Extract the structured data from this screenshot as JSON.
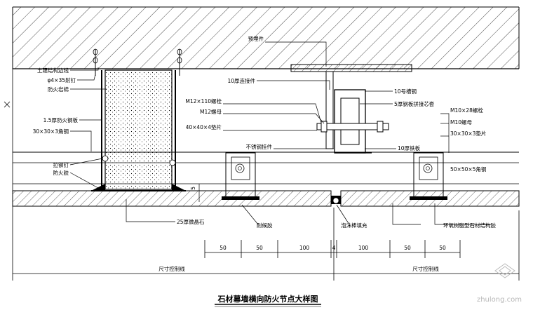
{
  "title": "石材幕墙横向防火节点大样图",
  "watermark": "zhulong.com",
  "labels": {
    "embedded_part": "预埋件",
    "connector_10": "10厚连接件",
    "channel_10": "10号槽钢",
    "core_sleeve": "5厚钢板拼接芯套",
    "bolt_m12": "M12×110螺栓",
    "nut_m12": "M12螺母",
    "washer_40": "40×40×4垫片",
    "bolt_m10": "M10×28螺栓",
    "nut_m10": "M10螺母",
    "washer_30": "30×30×3垫片",
    "ss_hanger": "不锈钢挂件",
    "iron_plate": "10厚铁板",
    "angle_50": "50×50×5角钢",
    "structure_edge": "土建结构边线",
    "rivet": "φ4×35射钉",
    "rock_wool": "防火岩棉",
    "fire_plate": "1.5厚防火钢板",
    "angle_30": "30×30×3角钢",
    "pull_rivet": "拉铆钉",
    "fire_glue": "防火胶",
    "stone": "25厚微晶石",
    "weather_glue": "耐候胶",
    "foam_rod": "泡沫棒填充",
    "epoxy_glue": "环氧树脂型石材结构胶",
    "control_line_left": "尺寸控制线",
    "control_line_right": "尺寸控制线",
    "gap_5": "5"
  },
  "dimensions": [
    "50",
    "50",
    "100",
    "4",
    "100",
    "50",
    "50"
  ],
  "colors": {
    "line": "#000000",
    "hatch": "#000000",
    "watermark": "#b8b8b8"
  }
}
